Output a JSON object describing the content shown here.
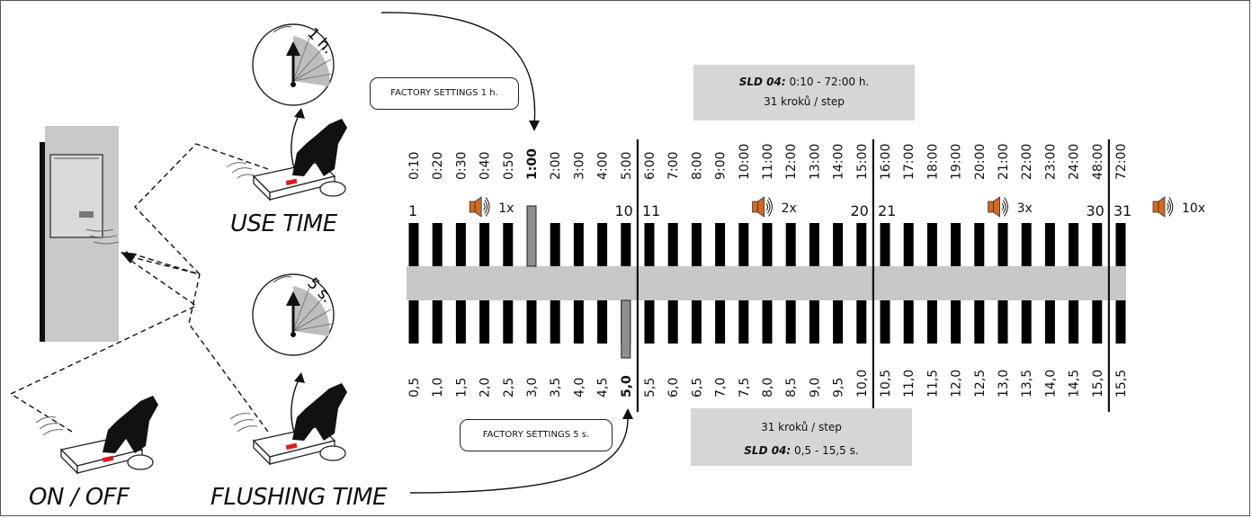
{
  "captions": {
    "use_time": "USE TIME",
    "flushing_time": "FLUSHING TIME",
    "on_off": "ON / OFF"
  },
  "factory_settings": {
    "top": "FACTORY SETTINGS 1 h.",
    "bottom": "FACTORY SETTINGS 5 s."
  },
  "dial_labels": {
    "top": "1 h.",
    "bottom": "5 s."
  },
  "top_box": {
    "model": "SLD 04:",
    "range": "0:10 - 72:00  h.",
    "steps": "31 kroků / step"
  },
  "bottom_box": {
    "steps": "31 kroků / step",
    "model": "SLD 04:",
    "range": "0,5 - 15,5 s."
  },
  "time_labels": [
    "0:10",
    "0:20",
    "0:30",
    "0:40",
    "0:50",
    "1:00",
    "2:00",
    "3:00",
    "4:00",
    "5:00",
    "6:00",
    "7:00",
    "8:00",
    "9:00",
    "10:00",
    "11:00",
    "12:00",
    "13:00",
    "14:00",
    "15:00",
    "16:00",
    "17:00",
    "18:00",
    "19:00",
    "20:00",
    "21:00",
    "22:00",
    "23:00",
    "24:00",
    "48:00",
    "72:00"
  ],
  "flush_labels": [
    "0,5",
    "1,0",
    "1,5",
    "2,0",
    "2,5",
    "3,0",
    "3,5",
    "4,0",
    "4,5",
    "5,0",
    "5,5",
    "6,0",
    "6,5",
    "7,0",
    "7,5",
    "8,0",
    "8,5",
    "9,0",
    "9,5",
    "10,0",
    "10,5",
    "11,0",
    "11,5",
    "12,0",
    "12,5",
    "13,0",
    "13,5",
    "14,0",
    "14,5",
    "15,0",
    "15,5"
  ],
  "step_numbers": [
    {
      "step": 1,
      "label": "1"
    },
    {
      "step": 10,
      "label": "10"
    },
    {
      "step": 11,
      "label": "11"
    },
    {
      "step": 20,
      "label": "20"
    },
    {
      "step": 21,
      "label": "21"
    },
    {
      "step": 30,
      "label": "30"
    },
    {
      "step": 31,
      "label": "31"
    }
  ],
  "beep_indicators": [
    {
      "after_step": 2,
      "label": "1x"
    },
    {
      "after_step": 14,
      "label": "2x"
    },
    {
      "after_step": 24,
      "label": "3x"
    },
    {
      "after_step": 31,
      "label": "10x"
    }
  ],
  "factory_time_step": 6,
  "factory_flush_step": 10,
  "group_divider_after_steps": [
    10,
    20,
    30
  ],
  "colors": {
    "bar": "#000000",
    "band": "#c8c8c8",
    "box": "#d6d6d6",
    "marker": "#8f8f8f",
    "speaker": "#d2691e",
    "button_red": "#e0191e",
    "wall": "#c9c9c9"
  }
}
